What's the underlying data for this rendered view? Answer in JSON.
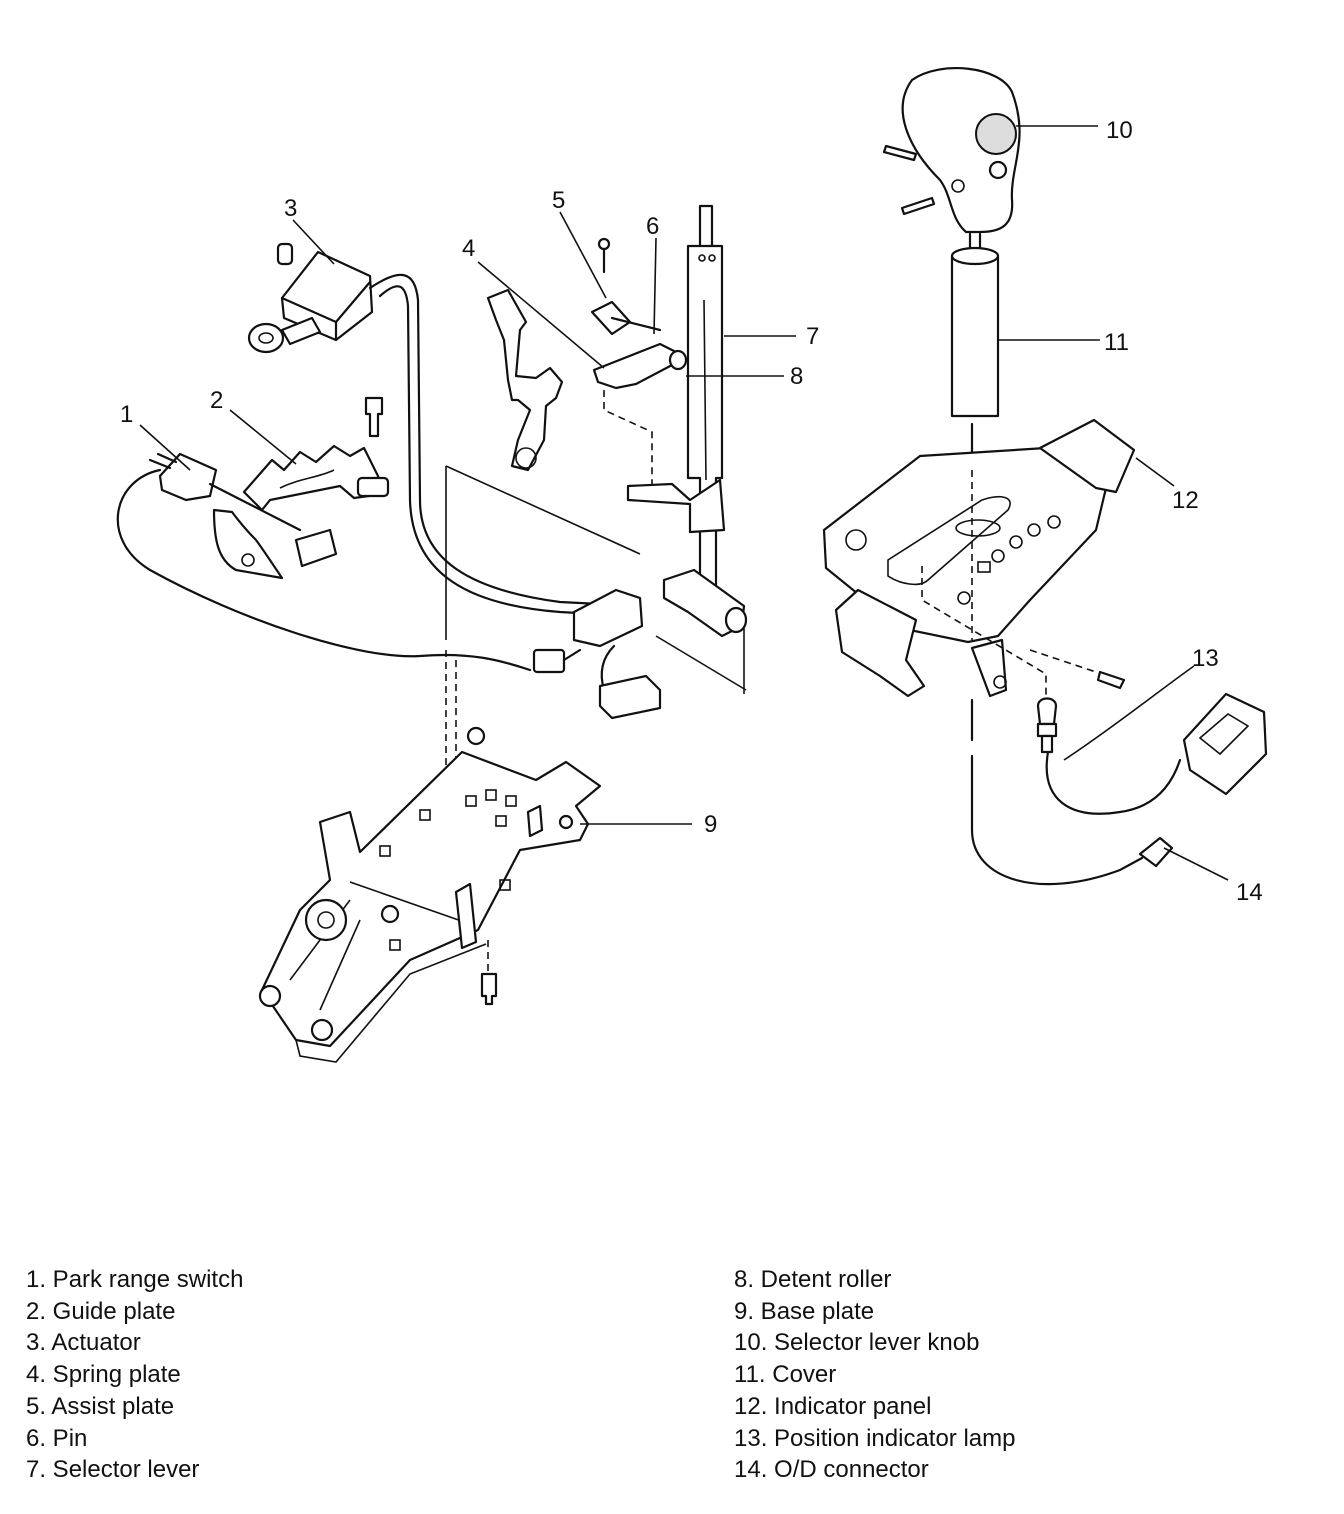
{
  "callouts": [
    "1",
    "2",
    "3",
    "4",
    "5",
    "6",
    "7",
    "8",
    "9",
    "10",
    "11",
    "12",
    "13",
    "14"
  ],
  "legend": {
    "left": [
      "1. Park range switch",
      "2. Guide plate",
      "3. Actuator",
      "4. Spring plate",
      "5. Assist plate",
      "6. Pin",
      "7. Selector lever"
    ],
    "right": [
      "8. Detent roller",
      "9. Base plate",
      "10. Selector lever knob",
      "11. Cover",
      "12. Indicator panel",
      "13. Position indicator lamp",
      "14. O/D connector"
    ]
  }
}
